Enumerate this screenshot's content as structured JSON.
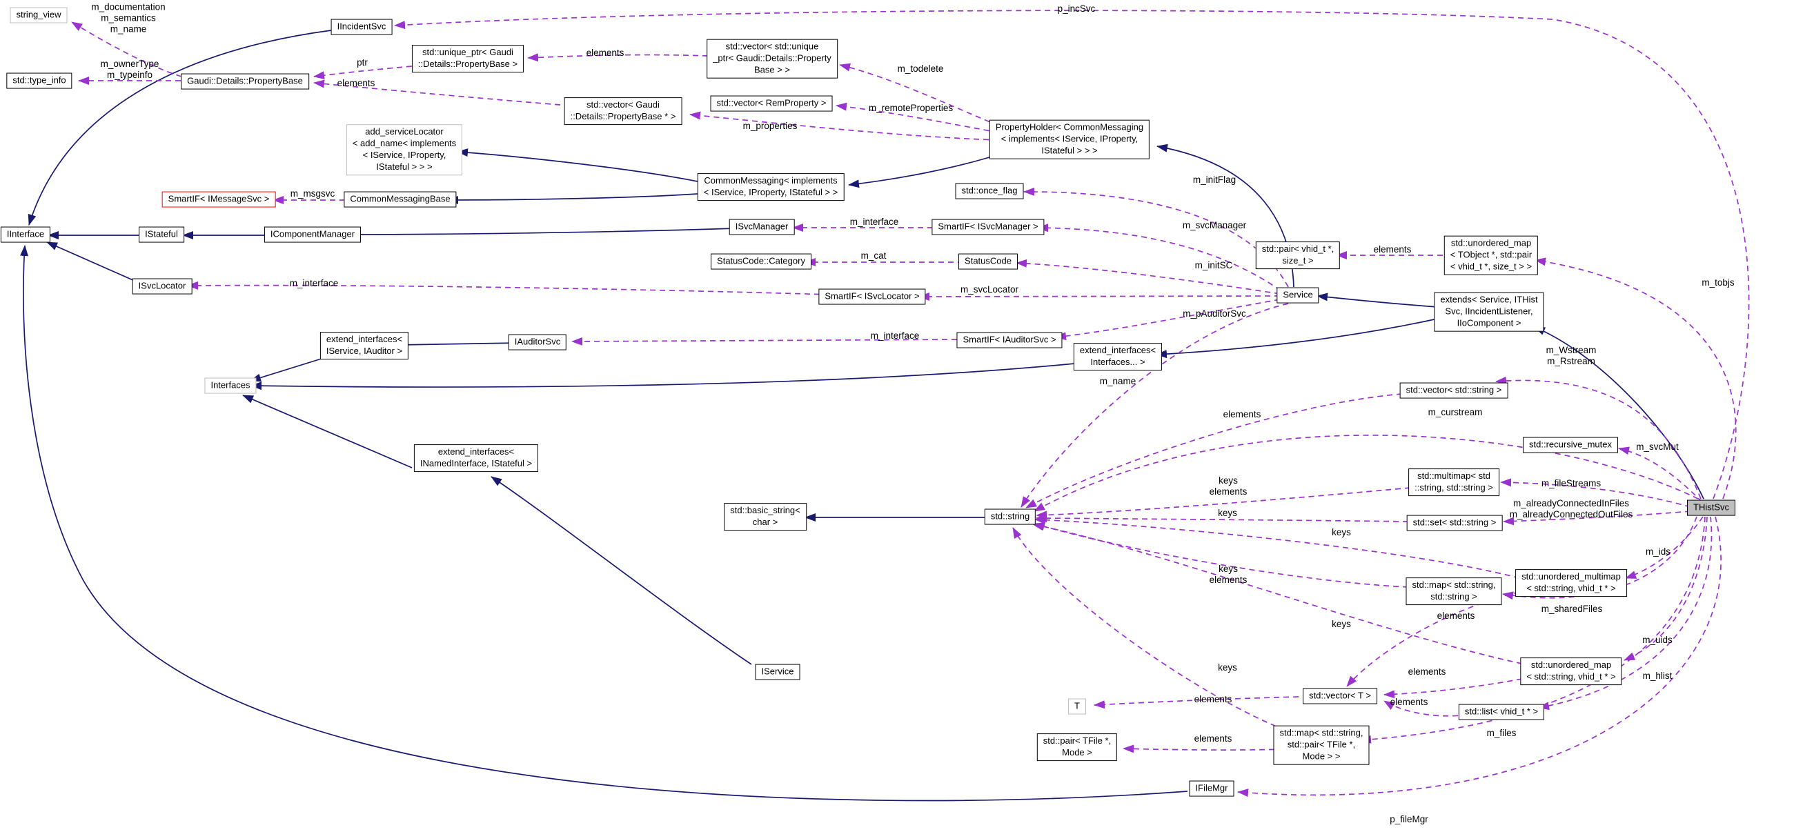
{
  "diagram_type": "class-collaboration-graph",
  "target_class": "THistSvc",
  "colors": {
    "inheritance_edge": "#191970",
    "usage_edge": "#9a32cd",
    "node_border": "#000000",
    "template_node_border": "#bebebe",
    "truncated_node_border": "#ff0000",
    "target_node_fill": "#bfbfbf",
    "background": "#ffffff"
  },
  "nodes": [
    {
      "id": "string_view",
      "style": "template",
      "lines": [
        "string_view"
      ]
    },
    {
      "id": "type_info",
      "style": "plain",
      "lines": [
        "std::type_info"
      ]
    },
    {
      "id": "iincidentsvc",
      "style": "plain",
      "lines": [
        "IIncidentSvc"
      ]
    },
    {
      "id": "propertybase",
      "style": "plain",
      "lines": [
        "Gaudi::Details::PropertyBase"
      ]
    },
    {
      "id": "unique_ptr",
      "style": "plain",
      "lines": [
        "std::unique_ptr< Gaudi",
        "::Details::PropertyBase >"
      ]
    },
    {
      "id": "vec_unique",
      "style": "plain",
      "lines": [
        "std::vector< std::unique",
        "_ptr< Gaudi::Details::Property",
        "Base > >"
      ]
    },
    {
      "id": "vec_rem",
      "style": "plain",
      "lines": [
        "std::vector< RemProperty >"
      ]
    },
    {
      "id": "prop_holder",
      "style": "plain",
      "lines": [
        "PropertyHolder< CommonMessaging",
        "< implements< IService, IProperty,",
        "IStateful > > >"
      ]
    },
    {
      "id": "add_svc_loc",
      "style": "template",
      "lines": [
        "add_serviceLocator",
        "< add_name< implements",
        "< IService, IProperty,",
        "IStateful > > >"
      ]
    },
    {
      "id": "vec_pb_ptr",
      "style": "plain",
      "lines": [
        "std::vector< Gaudi",
        "::Details::PropertyBase * >"
      ]
    },
    {
      "id": "smartif_msg",
      "style": "truncated",
      "lines": [
        "SmartIF< IMessageSvc >"
      ]
    },
    {
      "id": "common_msg_base",
      "style": "plain",
      "lines": [
        "CommonMessagingBase"
      ]
    },
    {
      "id": "common_msg",
      "style": "plain",
      "lines": [
        "CommonMessaging< implements",
        "< IService, IProperty, IStateful > >"
      ]
    },
    {
      "id": "iinterface",
      "style": "plain",
      "lines": [
        "IInterface"
      ]
    },
    {
      "id": "istateful",
      "style": "plain",
      "lines": [
        "IStateful"
      ]
    },
    {
      "id": "icomponentmgr",
      "style": "plain",
      "lines": [
        "IComponentManager"
      ]
    },
    {
      "id": "isvclocator",
      "style": "plain",
      "lines": [
        "ISvcLocator"
      ]
    },
    {
      "id": "isvcmanager",
      "style": "plain",
      "lines": [
        "ISvcManager"
      ]
    },
    {
      "id": "smartif_svcmgr",
      "style": "plain",
      "lines": [
        "SmartIF< ISvcManager >"
      ]
    },
    {
      "id": "statuscode_cat",
      "style": "plain",
      "lines": [
        "StatusCode::Category"
      ]
    },
    {
      "id": "statuscode",
      "style": "plain",
      "lines": [
        "StatusCode"
      ]
    },
    {
      "id": "smartif_svcloc",
      "style": "plain",
      "lines": [
        "SmartIF< ISvcLocator >"
      ]
    },
    {
      "id": "once_flag",
      "style": "plain",
      "lines": [
        "std::once_flag"
      ]
    },
    {
      "id": "pair_vhid",
      "style": "plain",
      "lines": [
        "std::pair< vhid_t *,",
        "size_t >"
      ]
    },
    {
      "id": "umap_tobj",
      "style": "plain",
      "lines": [
        "std::unordered_map",
        "< TObject *, std::pair",
        "< vhid_t *, size_t > >"
      ]
    },
    {
      "id": "service",
      "style": "plain",
      "lines": [
        "Service"
      ]
    },
    {
      "id": "extends",
      "style": "plain",
      "lines": [
        "extends< Service, ITHist",
        "Svc, IIncidentListener,",
        "IIoComponent >"
      ]
    },
    {
      "id": "ext_iservice_iauditor",
      "style": "plain",
      "lines": [
        "extend_interfaces<",
        "IService, IAuditor >"
      ]
    },
    {
      "id": "iauditorsvc",
      "style": "plain",
      "lines": [
        "IAuditorSvc"
      ]
    },
    {
      "id": "interfaces",
      "style": "template",
      "lines": [
        "Interfaces"
      ]
    },
    {
      "id": "smartif_auditsvc",
      "style": "plain",
      "lines": [
        "SmartIF< IAuditorSvc >"
      ]
    },
    {
      "id": "ext_interfaces",
      "style": "plain",
      "lines": [
        "extend_interfaces<",
        "Interfaces... >"
      ]
    },
    {
      "id": "vec_string",
      "style": "plain",
      "lines": [
        "std::vector< std::string >"
      ]
    },
    {
      "id": "rec_mutex",
      "style": "plain",
      "lines": [
        "std::recursive_mutex"
      ]
    },
    {
      "id": "multimap",
      "style": "plain",
      "lines": [
        "std::multimap< std",
        "::string, std::string >"
      ]
    },
    {
      "id": "thistsvc",
      "style": "target",
      "lines": [
        "THistSvc"
      ]
    },
    {
      "id": "set_string",
      "style": "plain",
      "lines": [
        "std::set< std::string >"
      ]
    },
    {
      "id": "map_ss",
      "style": "plain",
      "lines": [
        "std::map< std::string,",
        "std::string >"
      ]
    },
    {
      "id": "ummap_vhid",
      "style": "plain",
      "lines": [
        "std::unordered_multimap",
        "< std::string, vhid_t * >"
      ]
    },
    {
      "id": "umap_vhid",
      "style": "plain",
      "lines": [
        "std::unordered_map",
        "< std::string, vhid_t * >"
      ]
    },
    {
      "id": "basic_string",
      "style": "plain",
      "lines": [
        "std::basic_string<",
        "char >"
      ]
    },
    {
      "id": "string",
      "style": "plain",
      "lines": [
        "std::string"
      ]
    },
    {
      "id": "vec_t",
      "style": "plain",
      "lines": [
        "std::vector< T >"
      ]
    },
    {
      "id": "list_vhid",
      "style": "plain",
      "lines": [
        "std::list< vhid_t * >"
      ]
    },
    {
      "id": "map_tfile",
      "style": "plain",
      "lines": [
        "std::map< std::string,",
        "std::pair< TFile *,",
        "Mode > >"
      ]
    },
    {
      "id": "t",
      "style": "template",
      "lines": [
        "T"
      ]
    },
    {
      "id": "pair_tfile",
      "style": "plain",
      "lines": [
        "std::pair< TFile *,",
        "Mode >"
      ]
    },
    {
      "id": "ifilemgr",
      "style": "plain",
      "lines": [
        "IFileMgr"
      ]
    },
    {
      "id": "iservice",
      "style": "plain",
      "lines": [
        "IService"
      ]
    },
    {
      "id": "ext_inamed",
      "style": "plain",
      "lines": [
        "extend_interfaces<",
        "INamedInterface, IStateful >"
      ]
    }
  ],
  "edges": [
    {
      "id": "e1",
      "from": "iincidentsvc",
      "to": "iinterface",
      "kind": "inherit"
    },
    {
      "id": "e2",
      "from": "istateful",
      "to": "iinterface",
      "kind": "inherit"
    },
    {
      "id": "e3",
      "from": "icomponentmgr",
      "to": "istateful",
      "kind": "inherit"
    },
    {
      "id": "e4",
      "from": "isvcmanager",
      "to": "icomponentmgr",
      "kind": "inherit"
    },
    {
      "id": "e5",
      "from": "isvclocator",
      "to": "iinterface",
      "kind": "inherit"
    },
    {
      "id": "e6",
      "from": "iauditorsvc",
      "to": "ext_iservice_iauditor",
      "kind": "inherit"
    },
    {
      "id": "e7",
      "from": "ext_iservice_iauditor",
      "to": "interfaces",
      "kind": "inherit"
    },
    {
      "id": "e8",
      "from": "ext_interfaces",
      "to": "interfaces",
      "kind": "inherit"
    },
    {
      "id": "e9",
      "from": "ext_inamed",
      "to": "interfaces",
      "kind": "inherit"
    },
    {
      "id": "e10",
      "from": "iservice",
      "to": "ext_inamed",
      "kind": "inherit"
    },
    {
      "id": "e11",
      "from": "ifilemgr",
      "to": "iinterface",
      "kind": "inherit"
    },
    {
      "id": "e12",
      "from": "string",
      "to": "basic_string",
      "kind": "inherit"
    },
    {
      "id": "e13",
      "from": "common_msg",
      "to": "add_svc_loc",
      "kind": "inherit"
    },
    {
      "id": "e14",
      "from": "common_msg",
      "to": "common_msg_base",
      "kind": "inherit"
    },
    {
      "id": "e15",
      "from": "prop_holder",
      "to": "common_msg",
      "kind": "inherit"
    },
    {
      "id": "e16",
      "from": "service",
      "to": "prop_holder",
      "kind": "inherit"
    },
    {
      "id": "e17",
      "from": "extends",
      "to": "service",
      "kind": "inherit"
    },
    {
      "id": "e18",
      "from": "thistsvc",
      "to": "extends",
      "kind": "inherit"
    },
    {
      "id": "e19",
      "from": "extends",
      "to": "ext_interfaces",
      "kind": "inherit"
    },
    {
      "id": "u1",
      "from": "propertybase",
      "to": "string_view",
      "kind": "use",
      "label": "m_documentation\nm_semantics\nm_name"
    },
    {
      "id": "u2",
      "from": "propertybase",
      "to": "type_info",
      "kind": "use",
      "label": "m_ownerType\nm_typeinfo"
    },
    {
      "id": "u3",
      "from": "unique_ptr",
      "to": "propertybase",
      "kind": "use",
      "label": "ptr"
    },
    {
      "id": "u4",
      "from": "vec_unique",
      "to": "unique_ptr",
      "kind": "use",
      "label": "elements"
    },
    {
      "id": "u5",
      "from": "vec_pb_ptr",
      "to": "propertybase",
      "kind": "use",
      "label": "elements"
    },
    {
      "id": "u6",
      "from": "prop_holder",
      "to": "vec_unique",
      "kind": "use",
      "label": "m_todelete"
    },
    {
      "id": "u7",
      "from": "prop_holder",
      "to": "vec_rem",
      "kind": "use",
      "label": "m_remoteProperties"
    },
    {
      "id": "u8",
      "from": "prop_holder",
      "to": "vec_pb_ptr",
      "kind": "use",
      "label": "m_properties"
    },
    {
      "id": "u9",
      "from": "common_msg_base",
      "to": "smartif_msg",
      "kind": "use",
      "label": "m_msgsvc"
    },
    {
      "id": "u10",
      "from": "smartif_svcmgr",
      "to": "isvcmanager",
      "kind": "use",
      "label": "m_interface"
    },
    {
      "id": "u11",
      "from": "statuscode",
      "to": "statuscode_cat",
      "kind": "use",
      "label": "m_cat"
    },
    {
      "id": "u12",
      "from": "service",
      "to": "smartif_svcloc",
      "kind": "use",
      "label": "m_svcLocator"
    },
    {
      "id": "u13",
      "from": "smartif_svcloc",
      "to": "isvclocator",
      "kind": "use",
      "label": "m_interface"
    },
    {
      "id": "u14",
      "from": "service",
      "to": "once_flag",
      "kind": "use",
      "label": "m_initFlag"
    },
    {
      "id": "u15",
      "from": "service",
      "to": "smartif_svcmgr",
      "kind": "use",
      "label": "m_svcManager"
    },
    {
      "id": "u16",
      "from": "service",
      "to": "statuscode",
      "kind": "use",
      "label": "m_initSC"
    },
    {
      "id": "u17",
      "from": "service",
      "to": "smartif_auditsvc",
      "kind": "use",
      "label": "m_pAuditorSvc"
    },
    {
      "id": "u18",
      "from": "smartif_auditsvc",
      "to": "iauditorsvc",
      "kind": "use",
      "label": "m_interface"
    },
    {
      "id": "u19",
      "from": "service",
      "to": "string",
      "kind": "use",
      "label": "m_name"
    },
    {
      "id": "u20",
      "from": "umap_tobj",
      "to": "pair_vhid",
      "kind": "use",
      "label": "elements"
    },
    {
      "id": "u21",
      "from": "thistsvc",
      "to": "umap_tobj",
      "kind": "use",
      "label": "m_tobjs"
    },
    {
      "id": "u22",
      "from": "thistsvc",
      "to": "iincidentsvc",
      "kind": "use",
      "label": "p_incSvc"
    },
    {
      "id": "u23",
      "from": "thistsvc",
      "to": "vec_string",
      "kind": "use",
      "label": "m_Wstream\nm_Rstream"
    },
    {
      "id": "u24",
      "from": "thistsvc",
      "to": "string",
      "kind": "use",
      "label": "m_curstream"
    },
    {
      "id": "u25",
      "from": "thistsvc",
      "to": "rec_mutex",
      "kind": "use",
      "label": "m_svcMut"
    },
    {
      "id": "u26",
      "from": "thistsvc",
      "to": "multimap",
      "kind": "use",
      "label": "m_fileStreams"
    },
    {
      "id": "u27",
      "from": "thistsvc",
      "to": "set_string",
      "kind": "use",
      "label": "m_alreadyConnectedInFiles\nm_alreadyConnectedOutFiles"
    },
    {
      "id": "u28",
      "from": "thistsvc",
      "to": "ummap_vhid",
      "kind": "use",
      "label": "m_ids"
    },
    {
      "id": "u29",
      "from": "thistsvc",
      "to": "map_ss",
      "kind": "use",
      "label": "m_sharedFiles"
    },
    {
      "id": "u30",
      "from": "thistsvc",
      "to": "umap_vhid",
      "kind": "use",
      "label": "m_uids"
    },
    {
      "id": "u31",
      "from": "thistsvc",
      "to": "list_vhid",
      "kind": "use",
      "label": "m_hlist"
    },
    {
      "id": "u32",
      "from": "thistsvc",
      "to": "map_tfile",
      "kind": "use",
      "label": "m_files"
    },
    {
      "id": "u33",
      "from": "thistsvc",
      "to": "ifilemgr",
      "kind": "use",
      "label": "p_fileMgr"
    },
    {
      "id": "u34",
      "from": "multimap",
      "to": "string",
      "kind": "use",
      "label": "keys\nelements"
    },
    {
      "id": "u35",
      "from": "set_string",
      "to": "string",
      "kind": "use",
      "label": "keys"
    },
    {
      "id": "u36",
      "from": "ummap_vhid",
      "to": "string",
      "kind": "use",
      "label": "keys"
    },
    {
      "id": "u37",
      "from": "map_ss",
      "to": "string",
      "kind": "use",
      "label": "keys\nelements"
    },
    {
      "id": "u38",
      "from": "umap_vhid",
      "to": "string",
      "kind": "use",
      "label": "keys"
    },
    {
      "id": "u39",
      "from": "map_tfile",
      "to": "string",
      "kind": "use",
      "label": "keys"
    },
    {
      "id": "u40",
      "from": "vec_string",
      "to": "string",
      "kind": "use",
      "label": "elements"
    },
    {
      "id": "u41",
      "from": "ummap_vhid",
      "to": "vec_t",
      "kind": "use",
      "label": "elements"
    },
    {
      "id": "u42",
      "from": "umap_vhid",
      "to": "vec_t",
      "kind": "use",
      "label": "elements"
    },
    {
      "id": "u43",
      "from": "list_vhid",
      "to": "vec_t",
      "kind": "use",
      "label": "elements"
    },
    {
      "id": "u44",
      "from": "vec_t",
      "to": "t",
      "kind": "use",
      "label": "elements"
    },
    {
      "id": "u45",
      "from": "map_tfile",
      "to": "pair_tfile",
      "kind": "use",
      "label": "elements"
    }
  ]
}
